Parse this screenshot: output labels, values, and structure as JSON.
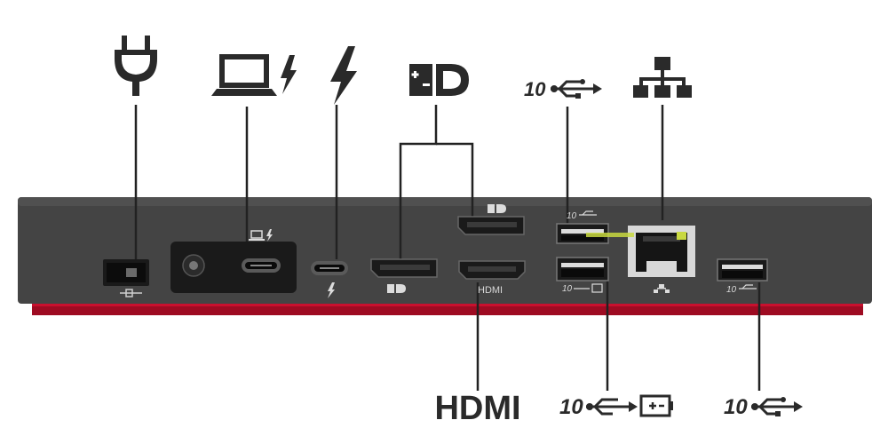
{
  "labels": {
    "hdmi_port_text": "HDMI",
    "hdmi_callout": "HDMI",
    "usb_speed": "10"
  },
  "colors": {
    "dock_body": "#444444",
    "dock_base": "#c8102e",
    "callout_line": "#222222",
    "link_led": "#c8d840"
  }
}
